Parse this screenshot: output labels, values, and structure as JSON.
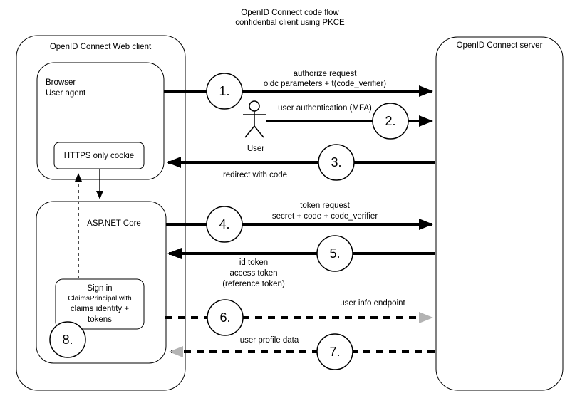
{
  "title": {
    "line1": "OpenID Connect code flow",
    "line2": "confidential client using PKCE"
  },
  "client_box": {
    "label": "OpenID Connect Web client"
  },
  "server_box": {
    "label": "OpenID Connect server"
  },
  "browser_box": {
    "line1": "Browser",
    "line2": "User agent"
  },
  "cookie_box": {
    "label": "HTTPS only cookie"
  },
  "aspnet_box": {
    "label": "ASP.NET Core"
  },
  "signin_box": {
    "line1": "Sign in",
    "line2": "ClaimsPrincipal with",
    "line3": "claims identity +",
    "line4": "tokens"
  },
  "actor": {
    "label": "User"
  },
  "steps": [
    {
      "num": "1.",
      "label1": "authorize request",
      "label2": "oidc parameters + t(code_verifier)"
    },
    {
      "num": "2.",
      "label1": "user authentication (MFA)"
    },
    {
      "num": "3.",
      "label1": "redirect with code"
    },
    {
      "num": "4.",
      "label1": "token request",
      "label2": "secret + code + code_verifier"
    },
    {
      "num": "5.",
      "label1": "id token",
      "label2": "access token",
      "label3": "(reference token)"
    },
    {
      "num": "6.",
      "label1": "user info endpoint"
    },
    {
      "num": "7.",
      "label1": "user profile data"
    },
    {
      "num": "8."
    }
  ],
  "colors": {
    "stroke": "#000000",
    "background": "#ffffff",
    "dashed_arrow": "#b3b3b3",
    "muted_circle_stroke": "#cccccc",
    "muted_circle_text": "#999999"
  }
}
